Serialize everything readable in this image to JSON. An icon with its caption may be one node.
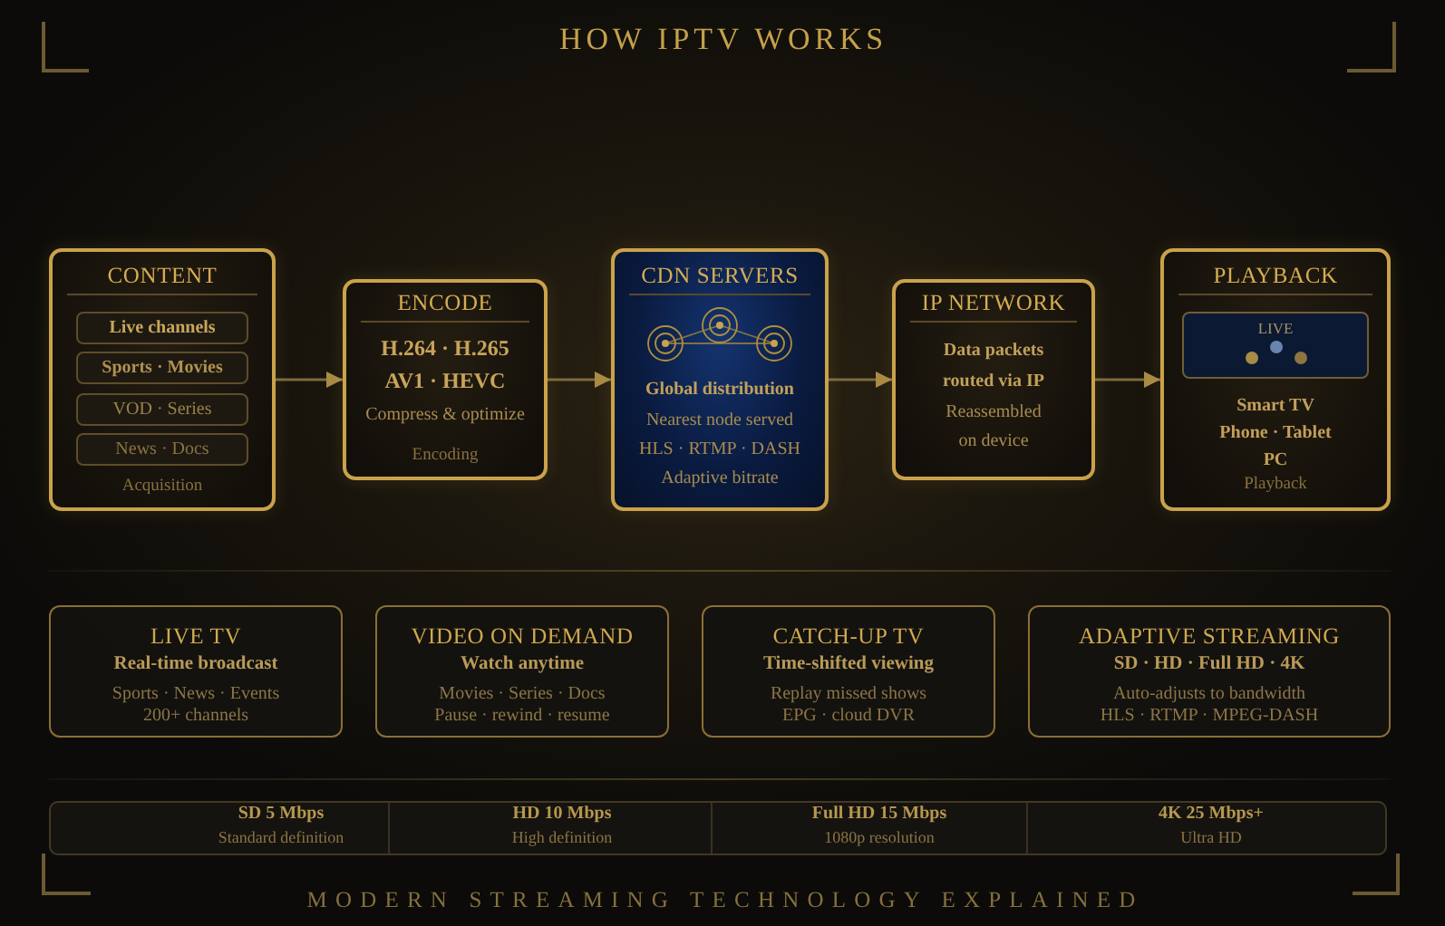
{
  "diagram": {
    "title": "HOW IPTV WORKS",
    "caption": "MODERN STREAMING TECHNOLOGY EXPLAINED",
    "nodes": [
      {
        "text": [
          "CONTENT",
          "Acquisition"
        ]
      },
      {
        "text": [
          "Live channels"
        ],
        "in": 0
      },
      {
        "text": [
          "Sports · Movies"
        ],
        "in": 0
      },
      {
        "text": [
          "VOD · Series"
        ],
        "in": 0
      },
      {
        "text": [
          "News · Docs"
        ],
        "in": 0
      },
      {
        "text": [
          "ENCODE",
          "H.264 · H.265",
          "AV1 · HEVC",
          "Compress & optimize",
          "Encoding"
        ]
      },
      {
        "text": [
          "CDN SERVERS",
          "Global distribution",
          "Nearest node served",
          "HLS · RTMP · DASH",
          "Adaptive bitrate"
        ]
      },
      {
        "text": [
          "IP NETWORK",
          "Data packets routed via IP",
          "Reassembled on device"
        ]
      },
      {
        "text": [
          "PLAYBACK",
          "Smart TV",
          "Phone · Tablet",
          "PC",
          "Playback"
        ]
      },
      {
        "text": [
          "LIVE"
        ],
        "in": 8
      },
      {
        "text": [
          "LIVE TV",
          "Real-time broadcast",
          "Sports · News · Events",
          "200+ channels"
        ]
      },
      {
        "text": [
          "VIDEO ON DEMAND",
          "Watch anytime",
          "Movies · Series · Docs",
          "Pause · rewind · resume"
        ]
      },
      {
        "text": [
          "CATCH-UP TV",
          "Time-shifted viewing",
          "Replay missed shows",
          "EPG · cloud DVR"
        ]
      },
      {
        "text": [
          "ADAPTIVE STREAMING",
          "SD · HD · Full HD · 4K",
          "Auto-adjusts to bandwidth",
          "HLS · RTMP · MPEG-DASH"
        ]
      },
      {
        "text": [],
        "shape": "box"
      },
      {
        "text": [
          "SD 5 Mbps",
          "Standard definition"
        ],
        "in": 14
      },
      {
        "text": [
          "HD 10 Mbps",
          "High definition"
        ],
        "in": 14
      },
      {
        "text": [
          "Full HD 15 Mbps",
          "1080p resolution"
        ],
        "in": 14
      },
      {
        "text": [
          "4K 25 Mbps+",
          "Ultra HD"
        ],
        "in": 14
      }
    ],
    "edges": [
      {
        "from": 0,
        "to": 5,
        "arrow": "to"
      },
      {
        "from": 5,
        "to": 6,
        "arrow": "to"
      },
      {
        "from": 6,
        "to": 7,
        "arrow": "to"
      },
      {
        "from": 7,
        "to": 8,
        "arrow": "to"
      }
    ]
  }
}
